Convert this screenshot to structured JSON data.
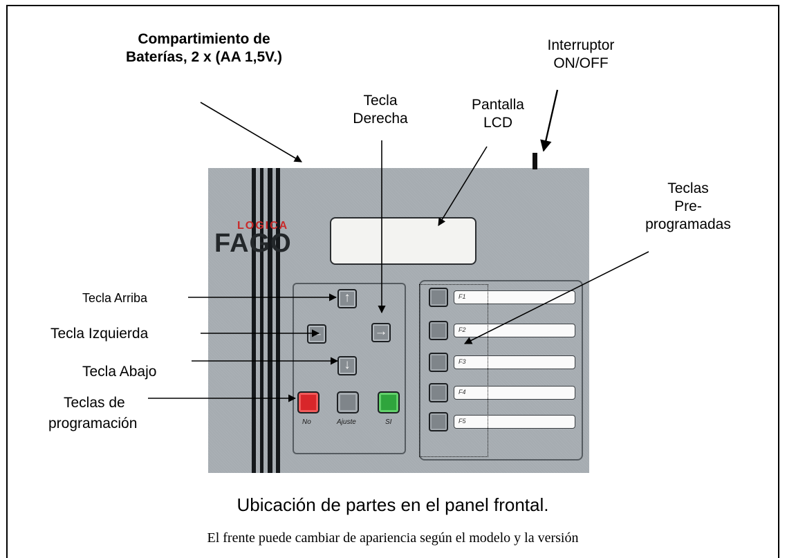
{
  "labels": {
    "battery_line1": "Compartimiento de",
    "battery_line2": "Baterías, 2 x (AA 1,5V.)",
    "switch_line1": "Interruptor",
    "switch_line2": "ON/OFF",
    "right_key_line1": "Tecla",
    "right_key_line2": "Derecha",
    "lcd_line1": "Pantalla",
    "lcd_line2": "LCD",
    "preprog_line1": "Teclas",
    "preprog_line2": "Pre-",
    "preprog_line3": "programadas",
    "up_key": "Tecla  Arriba",
    "left_key": "Tecla Izquierda",
    "down_key": "Tecla Abajo",
    "prog_line1": "Teclas de",
    "prog_line2": "programación"
  },
  "panel": {
    "brand_small": "LOGICA",
    "brand_large": "FAGO",
    "key_labels": {
      "no": "No",
      "ajuste": "Ajuste",
      "si": "SI"
    },
    "function_keys": [
      "F1",
      "F2",
      "F3",
      "F4",
      "F5"
    ]
  },
  "caption": {
    "title": "Ubicación de partes en el panel frontal.",
    "subtitle": "El frente puede cambiar de apariencia según el modelo y la versión"
  }
}
